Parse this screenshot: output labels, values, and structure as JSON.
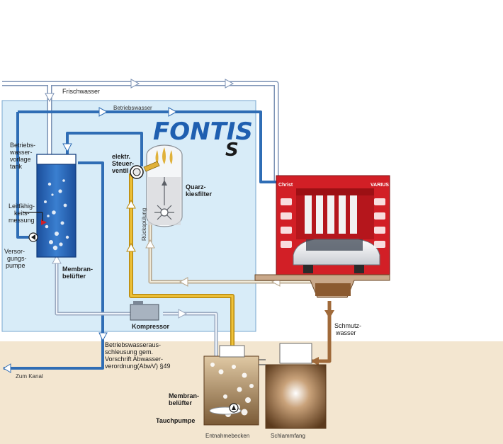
{
  "brand": {
    "name": "FONTIS",
    "mark": "S"
  },
  "colors": {
    "panel": "#d8ecf8",
    "ground": "#f3e6d0",
    "pipe_blue": "#2f6db5",
    "pipe_light": "#c7d4e8",
    "pipe_gold": "#d4a017",
    "pipe_brown": "#b48a62",
    "machine_red": "#d21f26"
  },
  "labels": {
    "frischwasser": "Frischwasser",
    "betriebswasser": "Betriebswasser",
    "tank": [
      "Betriebs-",
      "wasser-",
      "vorlage",
      "tank"
    ],
    "leitfaehigkeit": [
      "Leitfähig-",
      "keits-",
      "messung"
    ],
    "versorgungspumpe": [
      "Versor-",
      "gungs-",
      "pumpe"
    ],
    "membranbeluefter_tank": [
      "Membran-",
      "belüfter"
    ],
    "steuerventil": [
      "elektr.",
      "Steuer-",
      "ventil"
    ],
    "quarzkiesfilter": [
      "Quarz-",
      "kiesfilter"
    ],
    "rueckspuelung": "Rückspülung",
    "kompressor": "Kompressor",
    "ausschleusung": [
      "Betriebswasseraus-",
      "schleusung gem.",
      "Vorschrift Abwasser-",
      "verordnung(AbwV) §49"
    ],
    "zum_kanal": "Zum Kanal",
    "schmutzwasser": [
      "Schmutz-",
      "wasser"
    ],
    "membranbeluefter_becken": [
      "Membran-",
      "belüfter"
    ],
    "tauchpumpe": "Tauchpumpe",
    "entnahmebecken": "Entnahmebecken",
    "schlammfang": "Schlammfang",
    "machine_left": "Christ",
    "machine_right": "VARIUS"
  }
}
